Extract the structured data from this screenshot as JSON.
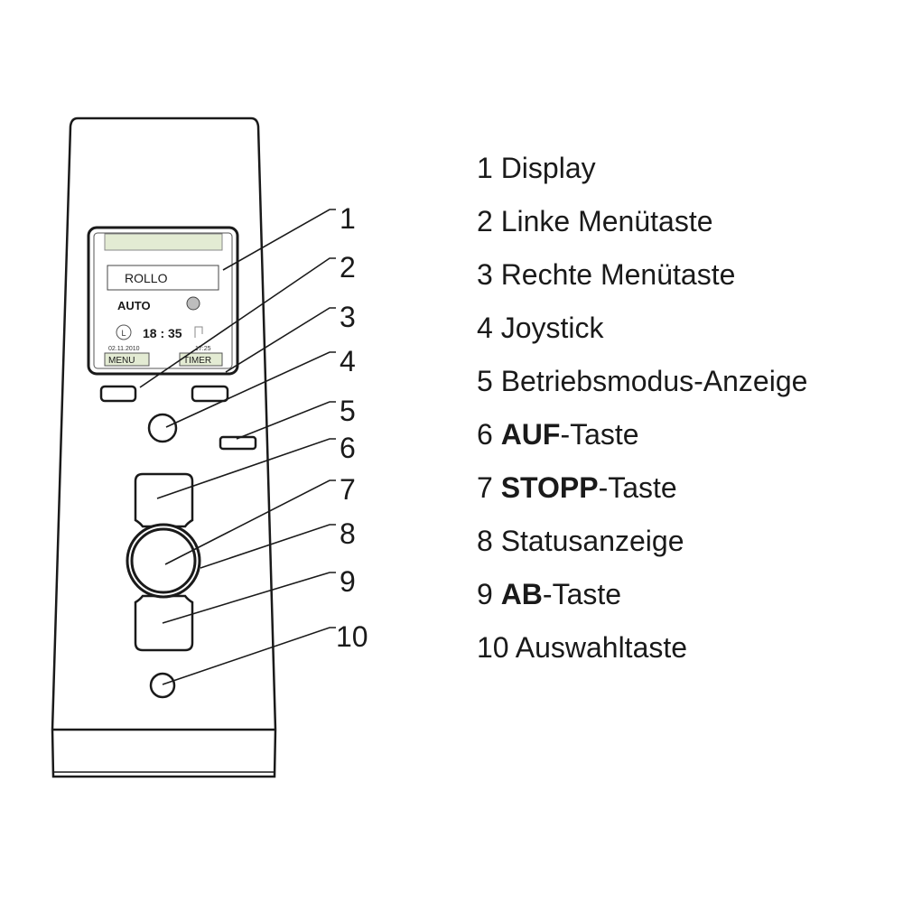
{
  "display": {
    "header": "",
    "field_text": "ROLLO",
    "mode_text": "AUTO",
    "time_text": "18 : 35",
    "clock_icon_text": "L",
    "date_text": "02.11.2010",
    "small_time_text": "17:25",
    "left_softkey": "MENU",
    "right_softkey": "TIMER"
  },
  "callouts": [
    "1",
    "2",
    "3",
    "4",
    "5",
    "6",
    "7",
    "8",
    "9",
    "10"
  ],
  "legend": [
    {
      "num": "1",
      "bold": "",
      "text": "Display"
    },
    {
      "num": "2",
      "bold": "",
      "text": "Linke Menütaste"
    },
    {
      "num": "3",
      "bold": "",
      "text": "Rechte Menütaste"
    },
    {
      "num": "4",
      "bold": "",
      "text": "Joystick"
    },
    {
      "num": "5",
      "bold": "",
      "text": "Betriebsmodus-Anzeige"
    },
    {
      "num": "6",
      "bold": "AUF",
      "text": "-Taste"
    },
    {
      "num": "7",
      "bold": "STOPP",
      "text": "-Taste"
    },
    {
      "num": "8",
      "bold": "",
      "text": "Statusanzeige"
    },
    {
      "num": "9",
      "bold": "AB",
      "text": "-Taste"
    },
    {
      "num": "10",
      "bold": "",
      "text": "Auswahltaste"
    }
  ],
  "colors": {
    "outline": "#1a1a1a",
    "display_green": "#e3ebd3",
    "indicator_gray": "#bdbdbd"
  }
}
